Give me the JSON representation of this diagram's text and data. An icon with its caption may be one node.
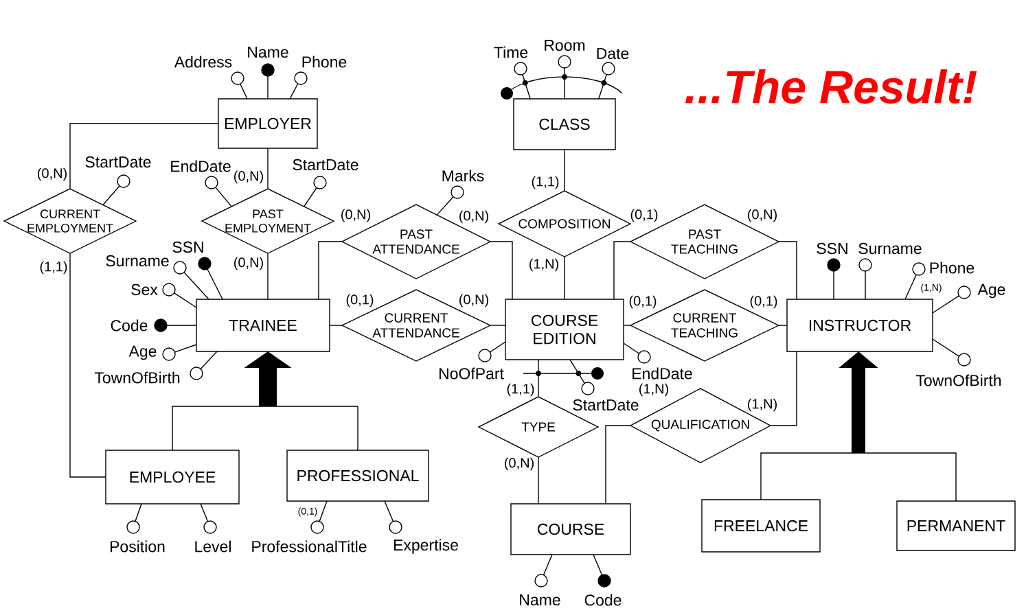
{
  "diagram": {
    "title": "...The Result!",
    "nodes": [
      {
        "text": [
          "EMPLOYER"
        ]
      },
      {
        "text": [],
        "shape": "circle",
        "beside": [
          "Address"
        ]
      },
      {
        "text": [],
        "shape": "dot",
        "beside": [
          "Name"
        ]
      },
      {
        "text": [],
        "shape": "circle",
        "beside": [
          "Phone"
        ]
      },
      {
        "text": [
          "CLASS"
        ]
      },
      {
        "text": [],
        "shape": "circle",
        "beside": [
          "Time"
        ]
      },
      {
        "text": [],
        "shape": "circle",
        "beside": [
          "Room"
        ]
      },
      {
        "text": [],
        "shape": "circle",
        "beside": [
          "Date"
        ]
      },
      {
        "text": [
          "CURRENT EMPLOYMENT"
        ]
      },
      {
        "text": [],
        "shape": "circle",
        "beside": [
          "StartDate"
        ]
      },
      {
        "text": [
          "PAST EMPLOYMENT"
        ]
      },
      {
        "text": [],
        "shape": "circle",
        "beside": [
          "EndDate"
        ]
      },
      {
        "text": [],
        "shape": "circle",
        "beside": [
          "StartDate"
        ]
      },
      {
        "text": [
          "PAST ATTENDANCE"
        ]
      },
      {
        "text": [],
        "shape": "circle",
        "beside": [
          "Marks"
        ]
      },
      {
        "text": [
          "COMPOSITION"
        ]
      },
      {
        "text": [
          "PAST TEACHING"
        ]
      },
      {
        "text": [
          "TRAINEE"
        ]
      },
      {
        "text": [],
        "shape": "dot",
        "beside": [
          "SSN"
        ]
      },
      {
        "text": [],
        "shape": "circle",
        "beside": [
          "Surname"
        ]
      },
      {
        "text": [],
        "shape": "circle",
        "beside": [
          "Sex"
        ]
      },
      {
        "text": [],
        "shape": "dot",
        "beside": [
          "Code"
        ]
      },
      {
        "text": [],
        "shape": "circle",
        "beside": [
          "Age"
        ]
      },
      {
        "text": [],
        "shape": "circle",
        "beside": [
          "TownOfBirth"
        ]
      },
      {
        "text": [
          "CURRENT ATTENDANCE"
        ]
      },
      {
        "text": [
          "COURSE EDITION"
        ]
      },
      {
        "text": [],
        "shape": "circle",
        "beside": [
          "NoOfPart"
        ]
      },
      {
        "text": [],
        "shape": "circle",
        "beside": [
          "StartDate"
        ]
      },
      {
        "text": [],
        "shape": "circle",
        "beside": [
          "EndDate"
        ]
      },
      {
        "text": [
          "CURRENT TEACHING"
        ]
      },
      {
        "text": [
          "INSTRUCTOR"
        ]
      },
      {
        "text": [],
        "shape": "dot",
        "beside": [
          "SSN"
        ]
      },
      {
        "text": [],
        "shape": "circle",
        "beside": [
          "Surname"
        ]
      },
      {
        "text": [],
        "shape": "circle",
        "beside": [
          "Phone"
        ]
      },
      {
        "text": [],
        "shape": "circle",
        "beside": [
          "Age"
        ]
      },
      {
        "text": [],
        "shape": "circle",
        "beside": [
          "TownOfBirth"
        ]
      },
      {
        "text": [
          "TYPE"
        ]
      },
      {
        "text": [
          "QUALIFICATION"
        ]
      },
      {
        "text": [
          "EMPLOYEE"
        ]
      },
      {
        "text": [],
        "shape": "circle",
        "beside": [
          "Position"
        ]
      },
      {
        "text": [],
        "shape": "circle",
        "beside": [
          "Level"
        ]
      },
      {
        "text": [
          "PROFESSIONAL"
        ]
      },
      {
        "text": [],
        "shape": "circle",
        "beside": [
          "ProfessionalTitle"
        ]
      },
      {
        "text": [],
        "shape": "circle",
        "beside": [
          "Expertise"
        ]
      },
      {
        "text": [
          "COURSE"
        ]
      },
      {
        "text": [],
        "shape": "circle",
        "beside": [
          "Name"
        ]
      },
      {
        "text": [],
        "shape": "dot",
        "beside": [
          "Code"
        ]
      },
      {
        "text": [
          "FREELANCE"
        ]
      },
      {
        "text": [
          "PERMANENT"
        ]
      }
    ],
    "edges": [
      {
        "from": 0,
        "to": 8,
        "arrow": "none",
        "label": "(0,N)"
      },
      {
        "from": 38,
        "to": 8,
        "arrow": "none",
        "label": "(1,1)"
      },
      {
        "from": 0,
        "to": 10,
        "arrow": "none",
        "label": "(0,N)"
      },
      {
        "from": 17,
        "to": 10,
        "arrow": "none",
        "label": "(0,N)"
      },
      {
        "from": 17,
        "to": 13,
        "arrow": "none",
        "label": "(0,N)"
      },
      {
        "from": 25,
        "to": 13,
        "arrow": "none",
        "label": "(0,N)"
      },
      {
        "from": 4,
        "to": 15,
        "arrow": "none",
        "label": "(1,1)"
      },
      {
        "from": 25,
        "to": 15,
        "arrow": "none",
        "label": "(1,N)"
      },
      {
        "from": 17,
        "to": 24,
        "arrow": "none",
        "label": "(0,1)"
      },
      {
        "from": 25,
        "to": 24,
        "arrow": "none",
        "label": "(0,N)"
      },
      {
        "from": 25,
        "to": 16,
        "arrow": "none",
        "label": "(0,1)"
      },
      {
        "from": 30,
        "to": 16,
        "arrow": "none",
        "label": "(0,N)"
      },
      {
        "from": 25,
        "to": 29,
        "arrow": "none",
        "label": "(0,1)"
      },
      {
        "from": 30,
        "to": 29,
        "arrow": "none",
        "label": "(0,1)"
      },
      {
        "from": 25,
        "to": 36,
        "arrow": "none",
        "label": "(1,1)"
      },
      {
        "from": 44,
        "to": 36,
        "arrow": "none",
        "label": "(0,N)"
      },
      {
        "from": 44,
        "to": 37,
        "arrow": "none",
        "label": "(1,N)"
      },
      {
        "from": 30,
        "to": 37,
        "arrow": "none",
        "label": "(1,N)"
      },
      {
        "from": 38,
        "to": 17,
        "arrow": "to"
      },
      {
        "from": 41,
        "to": 17,
        "arrow": "to"
      },
      {
        "from": 47,
        "to": 30,
        "arrow": "to"
      },
      {
        "from": 48,
        "to": 30,
        "arrow": "to"
      },
      {
        "from": 0,
        "to": 1,
        "arrow": "none"
      },
      {
        "from": 0,
        "to": 2,
        "arrow": "none"
      },
      {
        "from": 0,
        "to": 3,
        "arrow": "none"
      },
      {
        "from": 4,
        "to": 5,
        "arrow": "none"
      },
      {
        "from": 4,
        "to": 6,
        "arrow": "none"
      },
      {
        "from": 4,
        "to": 7,
        "arrow": "none"
      },
      {
        "from": 8,
        "to": 9,
        "arrow": "none"
      },
      {
        "from": 10,
        "to": 11,
        "arrow": "none"
      },
      {
        "from": 10,
        "to": 12,
        "arrow": "none"
      },
      {
        "from": 13,
        "to": 14,
        "arrow": "none"
      },
      {
        "from": 17,
        "to": 18,
        "arrow": "none"
      },
      {
        "from": 17,
        "to": 19,
        "arrow": "none"
      },
      {
        "from": 17,
        "to": 20,
        "arrow": "none"
      },
      {
        "from": 17,
        "to": 21,
        "arrow": "none"
      },
      {
        "from": 17,
        "to": 22,
        "arrow": "none"
      },
      {
        "from": 17,
        "to": 23,
        "arrow": "none"
      },
      {
        "from": 25,
        "to": 26,
        "arrow": "none"
      },
      {
        "from": 25,
        "to": 27,
        "arrow": "none"
      },
      {
        "from": 25,
        "to": 28,
        "arrow": "none"
      },
      {
        "from": 30,
        "to": 31,
        "arrow": "none"
      },
      {
        "from": 30,
        "to": 32,
        "arrow": "none"
      },
      {
        "from": 30,
        "to": 33,
        "arrow": "none",
        "label": "(1,N)"
      },
      {
        "from": 30,
        "to": 34,
        "arrow": "none"
      },
      {
        "from": 30,
        "to": 35,
        "arrow": "none"
      },
      {
        "from": 38,
        "to": 39,
        "arrow": "none"
      },
      {
        "from": 38,
        "to": 40,
        "arrow": "none"
      },
      {
        "from": 41,
        "to": 42,
        "arrow": "none",
        "label": "(0,1)"
      },
      {
        "from": 41,
        "to": 43,
        "arrow": "none"
      },
      {
        "from": 44,
        "to": 45,
        "arrow": "none"
      },
      {
        "from": 44,
        "to": 46,
        "arrow": "none"
      }
    ]
  }
}
